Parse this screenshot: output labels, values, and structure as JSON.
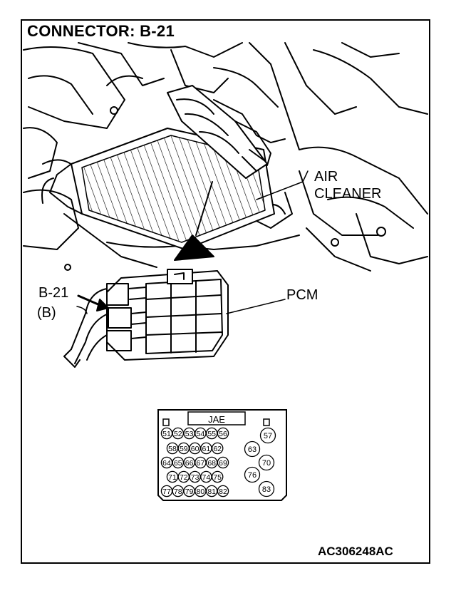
{
  "title": "CONNECTOR: B-21",
  "figure_code": "AC306248AC",
  "callouts": {
    "air_cleaner_line1": "AIR",
    "air_cleaner_line2": "CLEANER",
    "pcm": "PCM",
    "b21": "B-21",
    "b21_side": "(B)"
  },
  "connector": {
    "header": "JAE",
    "rows": [
      [
        "51",
        "52",
        "53",
        "54",
        "55",
        "56"
      ],
      [
        "58",
        "59",
        "60",
        "61",
        "62"
      ],
      [
        "64",
        "65",
        "66",
        "67",
        "68",
        "69"
      ],
      [
        "71",
        "72",
        "73",
        "74",
        "75"
      ],
      [
        "77",
        "78",
        "79",
        "80",
        "81",
        "82"
      ]
    ],
    "side_pins": [
      "57",
      "63",
      "70",
      "76",
      "83"
    ]
  }
}
